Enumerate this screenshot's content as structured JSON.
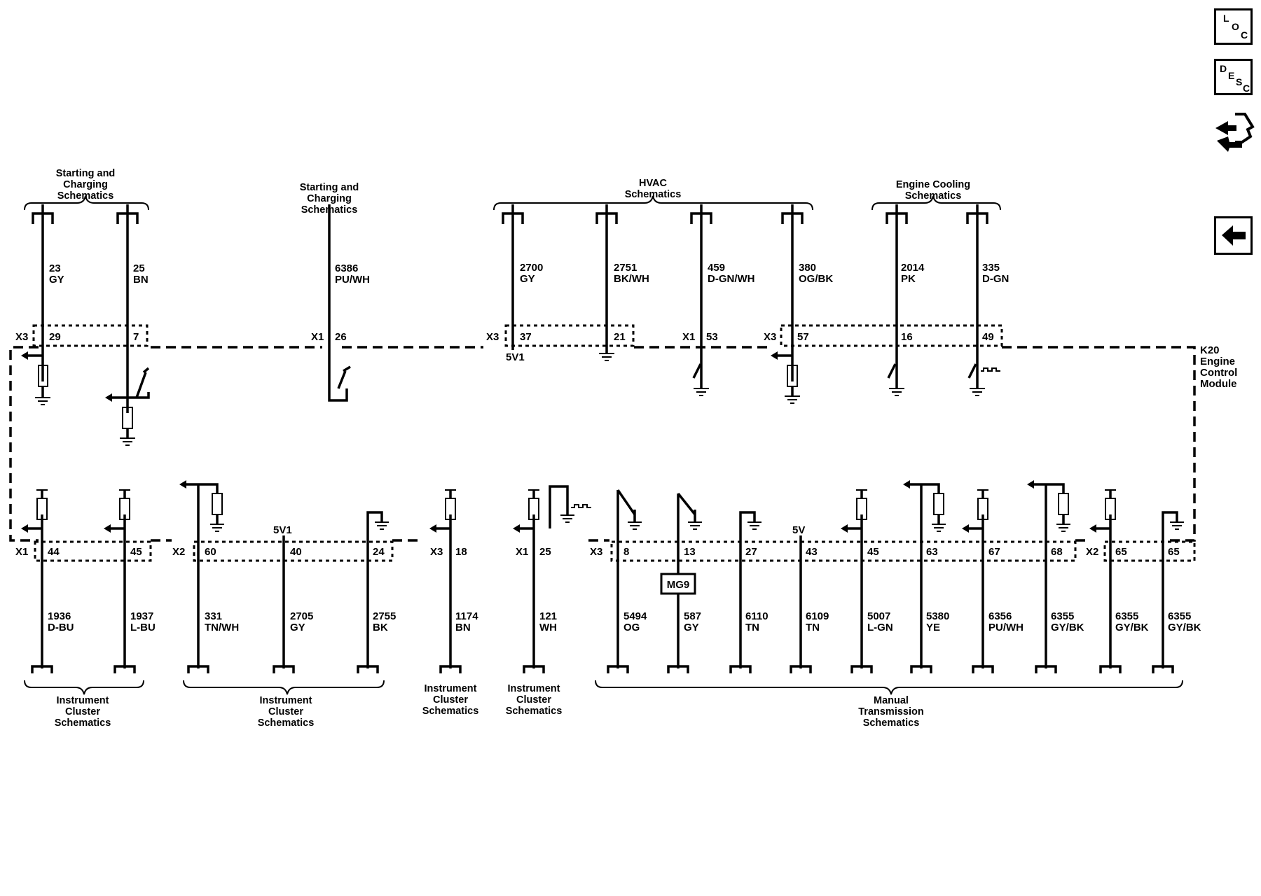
{
  "module": {
    "ref": "K20",
    "name_lines": [
      "Engine",
      "Control",
      "Module"
    ]
  },
  "nav": {
    "loc": {
      "letters": [
        "L",
        "O",
        "C"
      ]
    },
    "desc": {
      "letters": [
        "D",
        "E",
        "S",
        "C"
      ]
    },
    "icons": [
      "connector-end-view-icon",
      "back-arrow-icon"
    ]
  },
  "groups": {
    "top_start1": [
      "Starting and",
      "Charging",
      "Schematics"
    ],
    "top_start2": [
      "Starting and",
      "Charging",
      "Schematics"
    ],
    "top_hvac": [
      "HVAC",
      "Schematics"
    ],
    "top_cool": [
      "Engine Cooling",
      "Schematics"
    ],
    "bot_ic1": [
      "Instrument",
      "Cluster",
      "Schematics"
    ],
    "bot_ic2": [
      "Instrument",
      "Cluster",
      "Schematics"
    ],
    "bot_ic3": [
      "Instrument",
      "Cluster",
      "Schematics"
    ],
    "bot_ic4": [
      "Instrument",
      "Cluster",
      "Schematics"
    ],
    "bot_mt": [
      "Manual",
      "Transmission",
      "Schematics"
    ]
  },
  "connectors": {
    "x1": "X1",
    "x2": "X2",
    "x3": "X3"
  },
  "voltage": {
    "v5v1": "5V1",
    "v5v": "5V"
  },
  "component": {
    "mg9": "MG9"
  },
  "top_circuits": [
    {
      "pin": "29",
      "circuit": "23",
      "color": "GY"
    },
    {
      "pin": "7",
      "circuit": "25",
      "color": "BN"
    },
    {
      "pin": "26",
      "circuit": "6386",
      "color": "PU/WH"
    },
    {
      "pin": "37",
      "circuit": "2700",
      "color": "GY"
    },
    {
      "pin": "21",
      "circuit": "2751",
      "color": "BK/WH"
    },
    {
      "pin": "53",
      "circuit": "459",
      "color": "D-GN/WH"
    },
    {
      "pin": "57",
      "circuit": "380",
      "color": "OG/BK"
    },
    {
      "pin": "16",
      "circuit": "2014",
      "color": "PK"
    },
    {
      "pin": "49",
      "circuit": "335",
      "color": "D-GN"
    }
  ],
  "bottom_circuits": [
    {
      "pin": "44",
      "circuit": "1936",
      "color": "D-BU"
    },
    {
      "pin": "45",
      "circuit": "1937",
      "color": "L-BU"
    },
    {
      "pin": "60",
      "circuit": "331",
      "color": "TN/WH"
    },
    {
      "pin": "40",
      "circuit": "2705",
      "color": "GY"
    },
    {
      "pin": "24",
      "circuit": "2755",
      "color": "BK"
    },
    {
      "pin": "18",
      "circuit": "1174",
      "color": "BN"
    },
    {
      "pin": "25",
      "circuit": "121",
      "color": "WH"
    },
    {
      "pin": "8",
      "circuit": "5494",
      "color": "OG"
    },
    {
      "pin": "13",
      "circuit": "587",
      "color": "GY"
    },
    {
      "pin": "27",
      "circuit": "6110",
      "color": "TN"
    },
    {
      "pin": "43",
      "circuit": "6109",
      "color": "TN"
    },
    {
      "pin": "45",
      "circuit": "5007",
      "color": "L-GN"
    },
    {
      "pin": "63",
      "circuit": "5380",
      "color": "YE"
    },
    {
      "pin": "67",
      "circuit": "6356",
      "color": "PU/WH"
    },
    {
      "pin": "68",
      "circuit": "6355",
      "color": "GY/BK"
    },
    {
      "pin": "65",
      "circuit": "6355",
      "color": "GY/BK"
    },
    {
      "pin": "65",
      "circuit": "6355",
      "color": "GY/BK"
    }
  ]
}
